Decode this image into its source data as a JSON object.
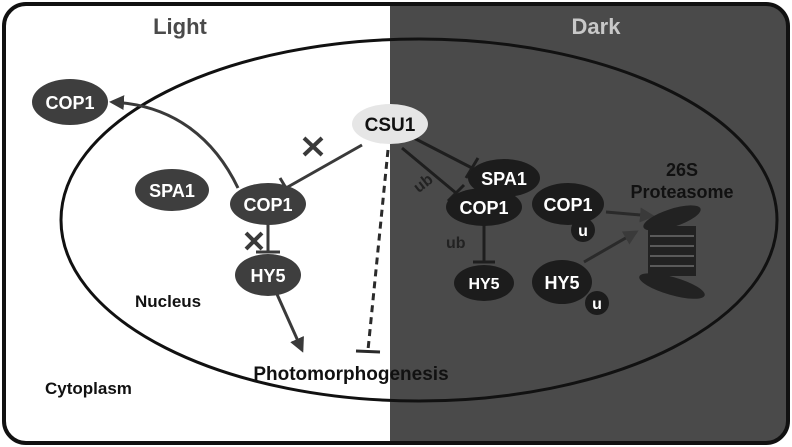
{
  "panels": {
    "light": "Light",
    "dark": "Dark"
  },
  "compartments": {
    "nucleus": "Nucleus",
    "cytoplasm": "Cytoplasm"
  },
  "nodes": {
    "csu1": "CSU1",
    "cop1_cytoplasm": "COP1",
    "spa1_light": "SPA1",
    "cop1_light": "COP1",
    "hy5_light": "HY5",
    "spa1_dark": "SPA1",
    "cop1_dark": "COP1",
    "hy5_dark": "HY5",
    "cop1_ub": "COP1",
    "cop1_ub_tag": "u",
    "hy5_ub": "HY5",
    "hy5_ub_tag": "u",
    "proteasome": [
      "26S",
      "Proteasome"
    ],
    "photomorphogenesis": "Photomorphogenesis"
  },
  "edge_labels": {
    "ub_upper": "ub",
    "ub_lower": "ub"
  },
  "colors": {
    "light_bg": "#ffffff",
    "dark_bg": "#4a4a4a",
    "outline": "#111111",
    "node_fill": "#3e3e3e",
    "node_dark_fill": "#1c1c1c",
    "csu1_fill": "#e6e6e6",
    "arrow_gray": "#4a4a4a",
    "dark_label": "#c8c8c8",
    "proteasome_fill": "#222222"
  }
}
